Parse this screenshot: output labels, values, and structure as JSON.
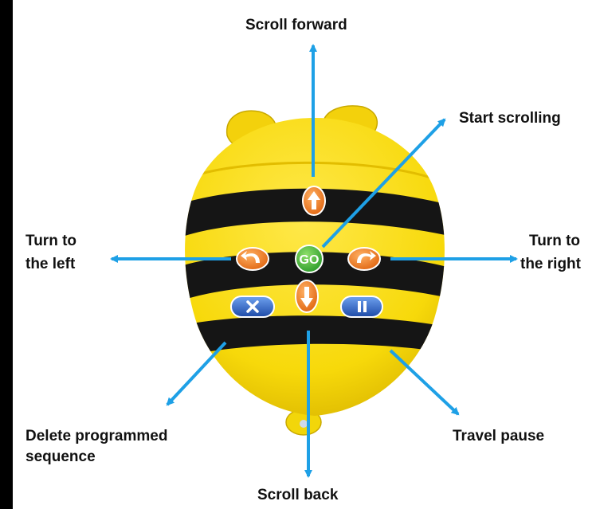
{
  "colors": {
    "arrow": "#1ea0e6",
    "body_yellow": "#f7d90a",
    "stripe": "#151515",
    "orange_button": "#f07a1c",
    "go_button": "#3bb33a",
    "blue_button": "#2a5fc0",
    "frame": "#000000"
  },
  "labels": {
    "scroll_forward": "Scroll forward",
    "start_scrolling": "Start scrolling",
    "turn_left_line1": "Turn to",
    "turn_left_line2": "the left",
    "turn_right_line1": "Turn to",
    "turn_right_line2": "the right",
    "delete_line1": "Delete programmed",
    "delete_line2": "sequence",
    "travel_pause": "Travel pause",
    "scroll_back": "Scroll back"
  },
  "buttons": {
    "go": "GO",
    "forward_icon": "arrow-up-icon",
    "back_icon": "arrow-down-icon",
    "left_icon": "turn-left-icon",
    "right_icon": "turn-right-icon",
    "clear_icon": "x-icon",
    "pause_icon": "pause-icon"
  }
}
